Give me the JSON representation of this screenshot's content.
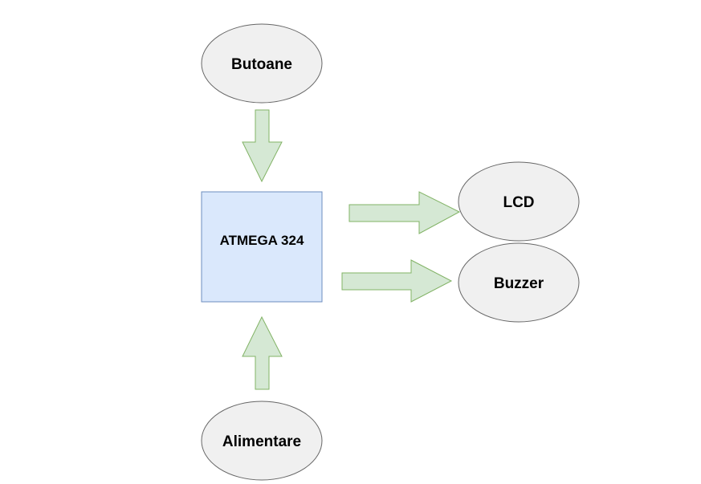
{
  "nodes": {
    "buttons": "Butoane",
    "mcu": "ATMEGA 324",
    "lcd": "LCD",
    "buzzer": "Buzzer",
    "power": "Alimentare"
  },
  "colors": {
    "ellipse_fill": "#f0f0f0",
    "ellipse_stroke": "#666666",
    "mcu_fill": "#dae8fc",
    "mcu_stroke": "#6c8ebf",
    "arrow_fill": "#d5e8d4",
    "arrow_stroke": "#82b366"
  }
}
